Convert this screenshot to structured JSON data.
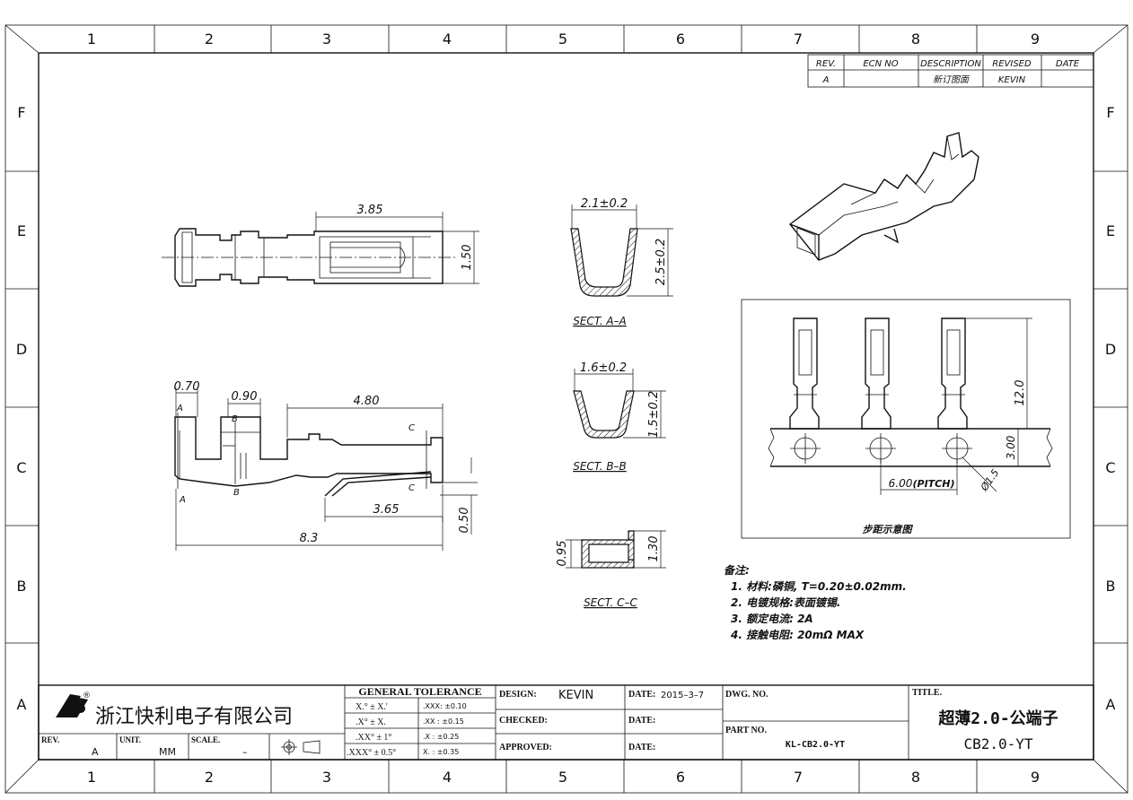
{
  "border": {
    "col_labels": [
      "1",
      "2",
      "3",
      "4",
      "5",
      "6",
      "7",
      "8",
      "9"
    ],
    "row_labels": [
      "F",
      "E",
      "D",
      "C",
      "B",
      "A"
    ]
  },
  "revision_table": {
    "headers": [
      "REV.",
      "ECN NO",
      "DESCRIPTION",
      "REVISED",
      "DATE"
    ],
    "row": [
      "A",
      "",
      "新订图面",
      "KEVIN",
      ""
    ]
  },
  "top_view": {
    "dim_length": "3.85",
    "dim_height": "1.50"
  },
  "side_view": {
    "dim_a": "0.70",
    "dim_b": "0.90",
    "dim_c": "4.80",
    "dim_d": "3.65",
    "dim_e": "0.50",
    "dim_total": "8.3",
    "marker_a": "A",
    "marker_b": "B",
    "marker_c": "C"
  },
  "sections": [
    {
      "width": "2.1±0.2",
      "height": "2.5±0.2",
      "label": "SECT. A–A"
    },
    {
      "width": "1.6±0.2",
      "height": "1.5±0.2",
      "label": "SECT. B–B"
    },
    {
      "width": "0.95",
      "height": "1.30",
      "label": "SECT. C–C"
    }
  ],
  "pitch_view": {
    "dim_height": "12.0",
    "dim_strip": "3.00",
    "dim_pitch": "6.00",
    "dim_pitch_note": "(PITCH)",
    "dim_hole": "Ø1.5",
    "caption": "步距示意图"
  },
  "notes": {
    "title": "备注:",
    "items": [
      "1. 材料:磷铜, T=0.20±0.02mm.",
      "2. 电镀规格:表面镀锡.",
      "3. 额定电流: 2A",
      "4. 接触电阻: 20mΩ MAX"
    ]
  },
  "title_block": {
    "company": "浙江快利电子有限公司",
    "rev_label": "REV.",
    "rev_value": "A",
    "unit_label": "UNIT.",
    "unit_value": "MM",
    "scale_label": "SCALE.",
    "scale_value": "–",
    "tolerance_title": "GENERAL  TOLERANCE",
    "tolerance_rows": [
      {
        "angle": "X.° ± X.'",
        "linear": ".XXX:  ±0.10"
      },
      {
        "angle": ".X° ± X.",
        "linear": ".XX  :  ±0.15"
      },
      {
        "angle": ".XX° ± 1°",
        "linear": ".X    :  ±0.25"
      },
      {
        "angle": ".XXX° ± 0.5°",
        "linear": "X.    :  ±0.35"
      }
    ],
    "design_label": "DESIGN:",
    "design_value": "KEVIN",
    "checked_label": "CHECKED:",
    "approved_label": "APPROVED:",
    "date_label": "DATE:",
    "date_value": "2015–3–7",
    "dwg_label": "DWG. NO.",
    "part_label": "PART NO.",
    "part_value": "KL-CB2.0-YT",
    "title_label": "TITLE.",
    "title_value": "超薄2.0-公端子",
    "title_code": "CB2.0-YT"
  }
}
